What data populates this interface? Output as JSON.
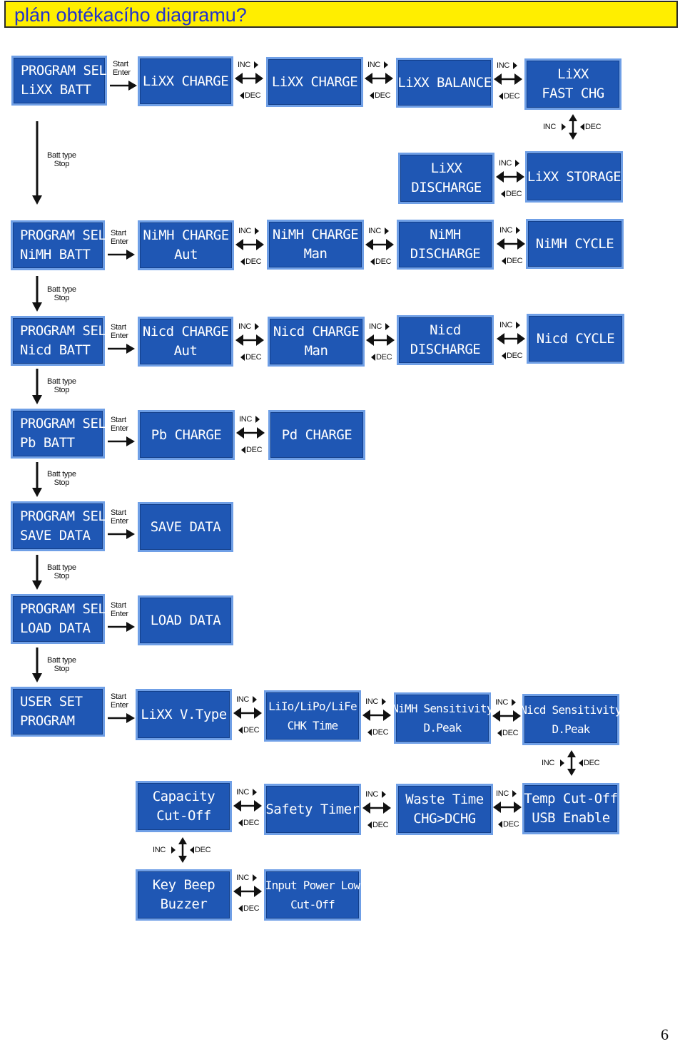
{
  "title": "plán obtékacího diagramu?",
  "page_number": "6",
  "labels": {
    "start": "Start",
    "enter": "Enter",
    "inc": "INC",
    "dec": "DEC",
    "batt_type": "Batt type",
    "stop": "Stop"
  },
  "boxes": {
    "lixx_batt_select": [
      "PROGRAM SELECT",
      "LiXX BATT"
    ],
    "lixx_charge_1": [
      "LiXX CHARGE"
    ],
    "lixx_charge_2": [
      "LiXX CHARGE"
    ],
    "lixx_balance": [
      "LiXX BALANCE"
    ],
    "lixx_fast_chg": [
      "LiXX",
      "FAST CHG"
    ],
    "lixx_discharge": [
      "LiXX",
      "DISCHARGE"
    ],
    "lixx_storage": [
      "LiXX STORAGE"
    ],
    "nimh_batt_select": [
      "PROGRAM SELECT",
      "NiMH BATT"
    ],
    "nimh_charge_aut": [
      "NiMH CHARGE",
      "Aut"
    ],
    "nimh_charge_man": [
      "NiMH CHARGE",
      "Man"
    ],
    "nimh_discharge": [
      "NiMH",
      "DISCHARGE"
    ],
    "nimh_cycle": [
      "NiMH CYCLE"
    ],
    "nicd_batt_select": [
      "PROGRAM SELECT",
      "Nicd BATT"
    ],
    "nicd_charge_aut": [
      "Nicd CHARGE",
      "Aut"
    ],
    "nicd_charge_man": [
      "Nicd CHARGE",
      "Man"
    ],
    "nicd_discharge": [
      "Nicd",
      "DISCHARGE"
    ],
    "nicd_cycle": [
      "Nicd CYCLE"
    ],
    "pb_batt_select": [
      "PROGRAM SELECT",
      "Pb BATT"
    ],
    "pb_charge": [
      "Pb CHARGE"
    ],
    "pd_charge": [
      "Pd CHARGE"
    ],
    "save_data_select": [
      "PROGRAM SELECT",
      "SAVE DATA"
    ],
    "save_data": [
      "SAVE DATA"
    ],
    "load_data_select": [
      "PROGRAM SELECT",
      "LOAD DATA"
    ],
    "load_data": [
      "LOAD DATA"
    ],
    "user_set_program": [
      "USER SET",
      "PROGRAM"
    ],
    "lixx_v_type": [
      "LiXX V.Type"
    ],
    "lio_lipo_life": [
      "LiIo/LiPo/LiFe",
      "CHK Time"
    ],
    "nimh_sensitivity": [
      "NiMH Sensitivity",
      "D.Peak"
    ],
    "nicd_sensitivity": [
      "Nicd Sensitivity",
      "D.Peak"
    ],
    "capacity_cutoff": [
      "Capacity",
      "Cut-Off"
    ],
    "safety_timer": [
      "Safety Timer"
    ],
    "waste_time": [
      "Waste Time",
      "CHG>DCHG"
    ],
    "temp_cutoff": [
      "Temp Cut-Off",
      "USB Enable"
    ],
    "key_beep": [
      "Key Beep",
      "Buzzer"
    ],
    "input_power_low": [
      "Input Power Low",
      "Cut-Off"
    ]
  },
  "colors": {
    "box_fill": "#1f57b4",
    "box_border": "#6f9fe6",
    "title_bg": "#ffee00",
    "title_text": "#2233cc",
    "arrow": "#111111"
  }
}
